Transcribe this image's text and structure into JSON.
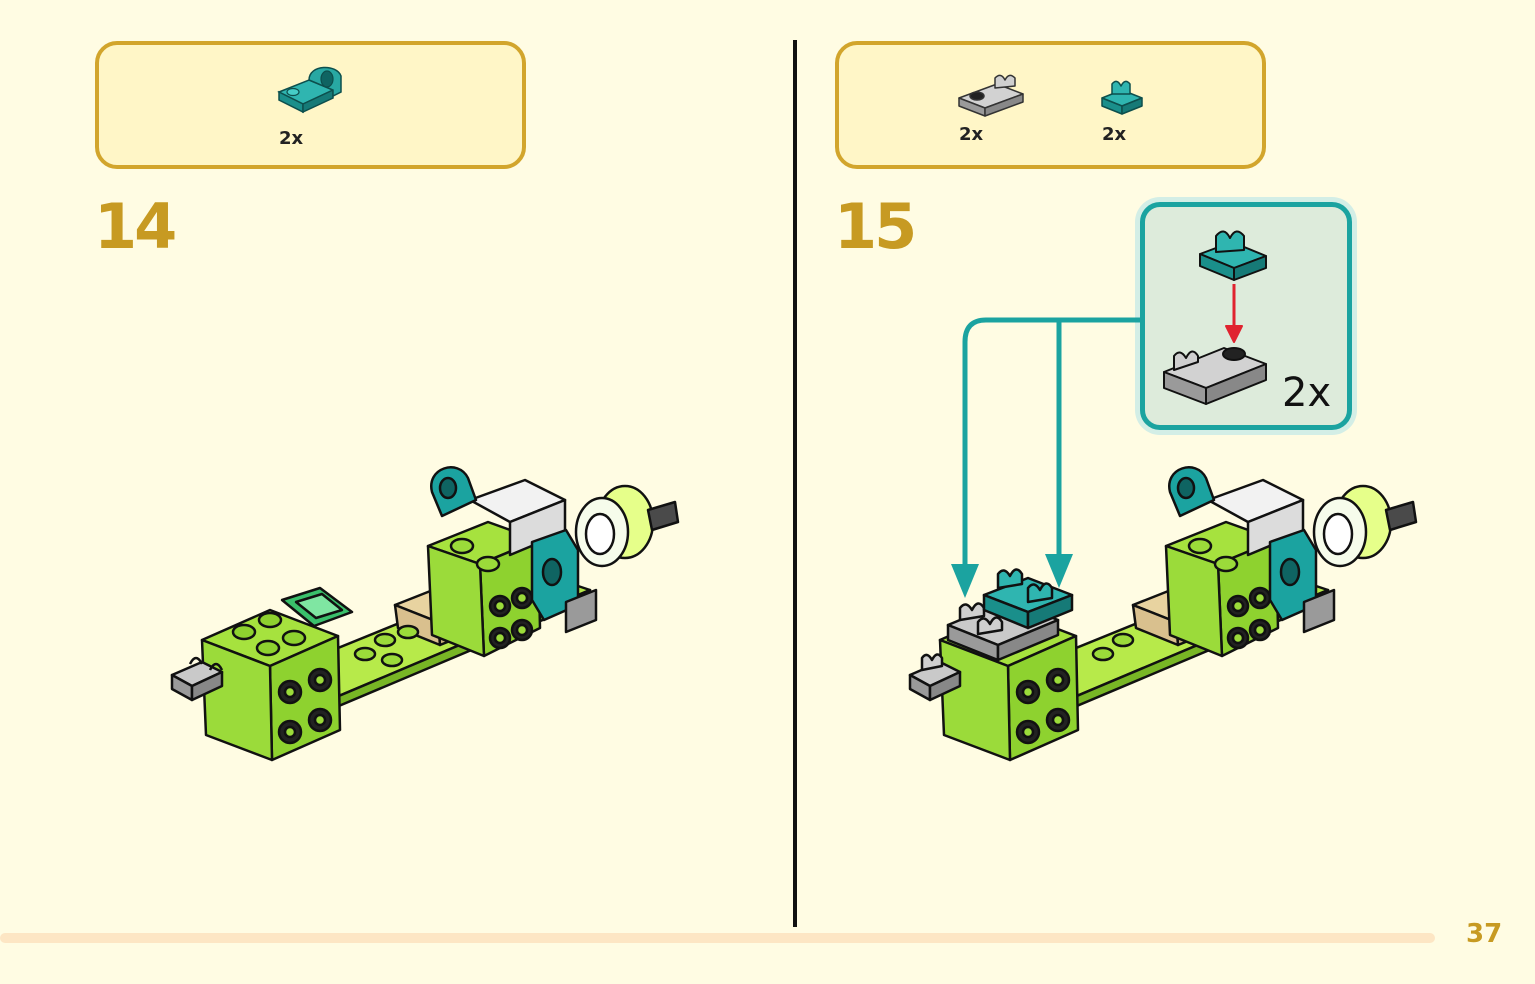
{
  "page": {
    "number": "37"
  },
  "steps": [
    {
      "number": "14",
      "parts": [
        {
          "name": "teal plate with pin hole",
          "qty": "2x"
        }
      ]
    },
    {
      "number": "15",
      "parts": [
        {
          "name": "grey plate with clip",
          "qty": "2x"
        },
        {
          "name": "teal plate with clip",
          "qty": "2x"
        }
      ],
      "subassembly": {
        "qty": "2x"
      }
    }
  ],
  "colors": {
    "background": "#FFFCE3",
    "accent_gold": "#C79A22",
    "lime": "#9BDB3A",
    "teal": "#1BA3A0",
    "grey": "#B9B9B9",
    "tan": "#D9C08E",
    "red_arrow": "#E0232F"
  }
}
